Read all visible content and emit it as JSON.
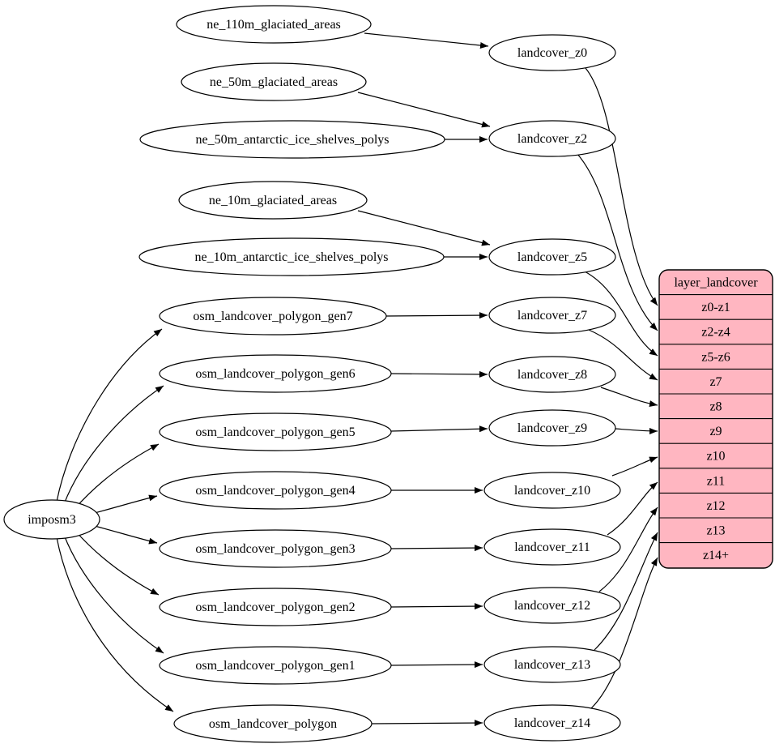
{
  "diagram": {
    "kind": "graphviz-dependency-diagram",
    "background": "#ffffff",
    "node_fill": "#ffffff",
    "stroke_color": "#000000",
    "table_fill": "#ffb6c1"
  },
  "nodes": {
    "imposm3": "imposm3",
    "ne_110m_glaciated_areas": "ne_110m_glaciated_areas",
    "ne_50m_glaciated_areas": "ne_50m_glaciated_areas",
    "ne_50m_antarctic_ice_shelves_polys": "ne_50m_antarctic_ice_shelves_polys",
    "ne_10m_glaciated_areas": "ne_10m_glaciated_areas",
    "ne_10m_antarctic_ice_shelves_polys": "ne_10m_antarctic_ice_shelves_polys",
    "osm_landcover_polygon_gen7": "osm_landcover_polygon_gen7",
    "osm_landcover_polygon_gen6": "osm_landcover_polygon_gen6",
    "osm_landcover_polygon_gen5": "osm_landcover_polygon_gen5",
    "osm_landcover_polygon_gen4": "osm_landcover_polygon_gen4",
    "osm_landcover_polygon_gen3": "osm_landcover_polygon_gen3",
    "osm_landcover_polygon_gen2": "osm_landcover_polygon_gen2",
    "osm_landcover_polygon_gen1": "osm_landcover_polygon_gen1",
    "osm_landcover_polygon": "osm_landcover_polygon",
    "landcover_z0": "landcover_z0",
    "landcover_z2": "landcover_z2",
    "landcover_z5": "landcover_z5",
    "landcover_z7": "landcover_z7",
    "landcover_z8": "landcover_z8",
    "landcover_z9": "landcover_z9",
    "landcover_z10": "landcover_z10",
    "landcover_z11": "landcover_z11",
    "landcover_z12": "landcover_z12",
    "landcover_z13": "landcover_z13",
    "landcover_z14": "landcover_z14"
  },
  "table": {
    "title": "layer_landcover",
    "rows": [
      "z0-z1",
      "z2-z4",
      "z5-z6",
      "z7",
      "z8",
      "z9",
      "z10",
      "z11",
      "z12",
      "z13",
      "z14+"
    ]
  },
  "edges": [
    {
      "from": "ne_110m_glaciated_areas",
      "to": "landcover_z0"
    },
    {
      "from": "ne_50m_glaciated_areas",
      "to": "landcover_z2"
    },
    {
      "from": "ne_50m_antarctic_ice_shelves_polys",
      "to": "landcover_z2"
    },
    {
      "from": "ne_10m_glaciated_areas",
      "to": "landcover_z5"
    },
    {
      "from": "ne_10m_antarctic_ice_shelves_polys",
      "to": "landcover_z5"
    },
    {
      "from": "osm_landcover_polygon_gen7",
      "to": "landcover_z7"
    },
    {
      "from": "osm_landcover_polygon_gen6",
      "to": "landcover_z8"
    },
    {
      "from": "osm_landcover_polygon_gen5",
      "to": "landcover_z9"
    },
    {
      "from": "osm_landcover_polygon_gen4",
      "to": "landcover_z10"
    },
    {
      "from": "osm_landcover_polygon_gen3",
      "to": "landcover_z11"
    },
    {
      "from": "osm_landcover_polygon_gen2",
      "to": "landcover_z12"
    },
    {
      "from": "osm_landcover_polygon_gen1",
      "to": "landcover_z13"
    },
    {
      "from": "osm_landcover_polygon",
      "to": "landcover_z14"
    },
    {
      "from": "imposm3",
      "to": "osm_landcover_polygon_gen7"
    },
    {
      "from": "imposm3",
      "to": "osm_landcover_polygon_gen6"
    },
    {
      "from": "imposm3",
      "to": "osm_landcover_polygon_gen5"
    },
    {
      "from": "imposm3",
      "to": "osm_landcover_polygon_gen4"
    },
    {
      "from": "imposm3",
      "to": "osm_landcover_polygon_gen3"
    },
    {
      "from": "imposm3",
      "to": "osm_landcover_polygon_gen2"
    },
    {
      "from": "imposm3",
      "to": "osm_landcover_polygon_gen1"
    },
    {
      "from": "imposm3",
      "to": "osm_landcover_polygon"
    },
    {
      "from": "landcover_z0",
      "to": "layer_landcover.z0-z1"
    },
    {
      "from": "landcover_z2",
      "to": "layer_landcover.z2-z4"
    },
    {
      "from": "landcover_z5",
      "to": "layer_landcover.z5-z6"
    },
    {
      "from": "landcover_z7",
      "to": "layer_landcover.z7"
    },
    {
      "from": "landcover_z8",
      "to": "layer_landcover.z8"
    },
    {
      "from": "landcover_z9",
      "to": "layer_landcover.z9"
    },
    {
      "from": "landcover_z10",
      "to": "layer_landcover.z10"
    },
    {
      "from": "landcover_z11",
      "to": "layer_landcover.z11"
    },
    {
      "from": "landcover_z12",
      "to": "layer_landcover.z12"
    },
    {
      "from": "landcover_z13",
      "to": "layer_landcover.z13"
    },
    {
      "from": "landcover_z14",
      "to": "layer_landcover.z14+"
    }
  ]
}
